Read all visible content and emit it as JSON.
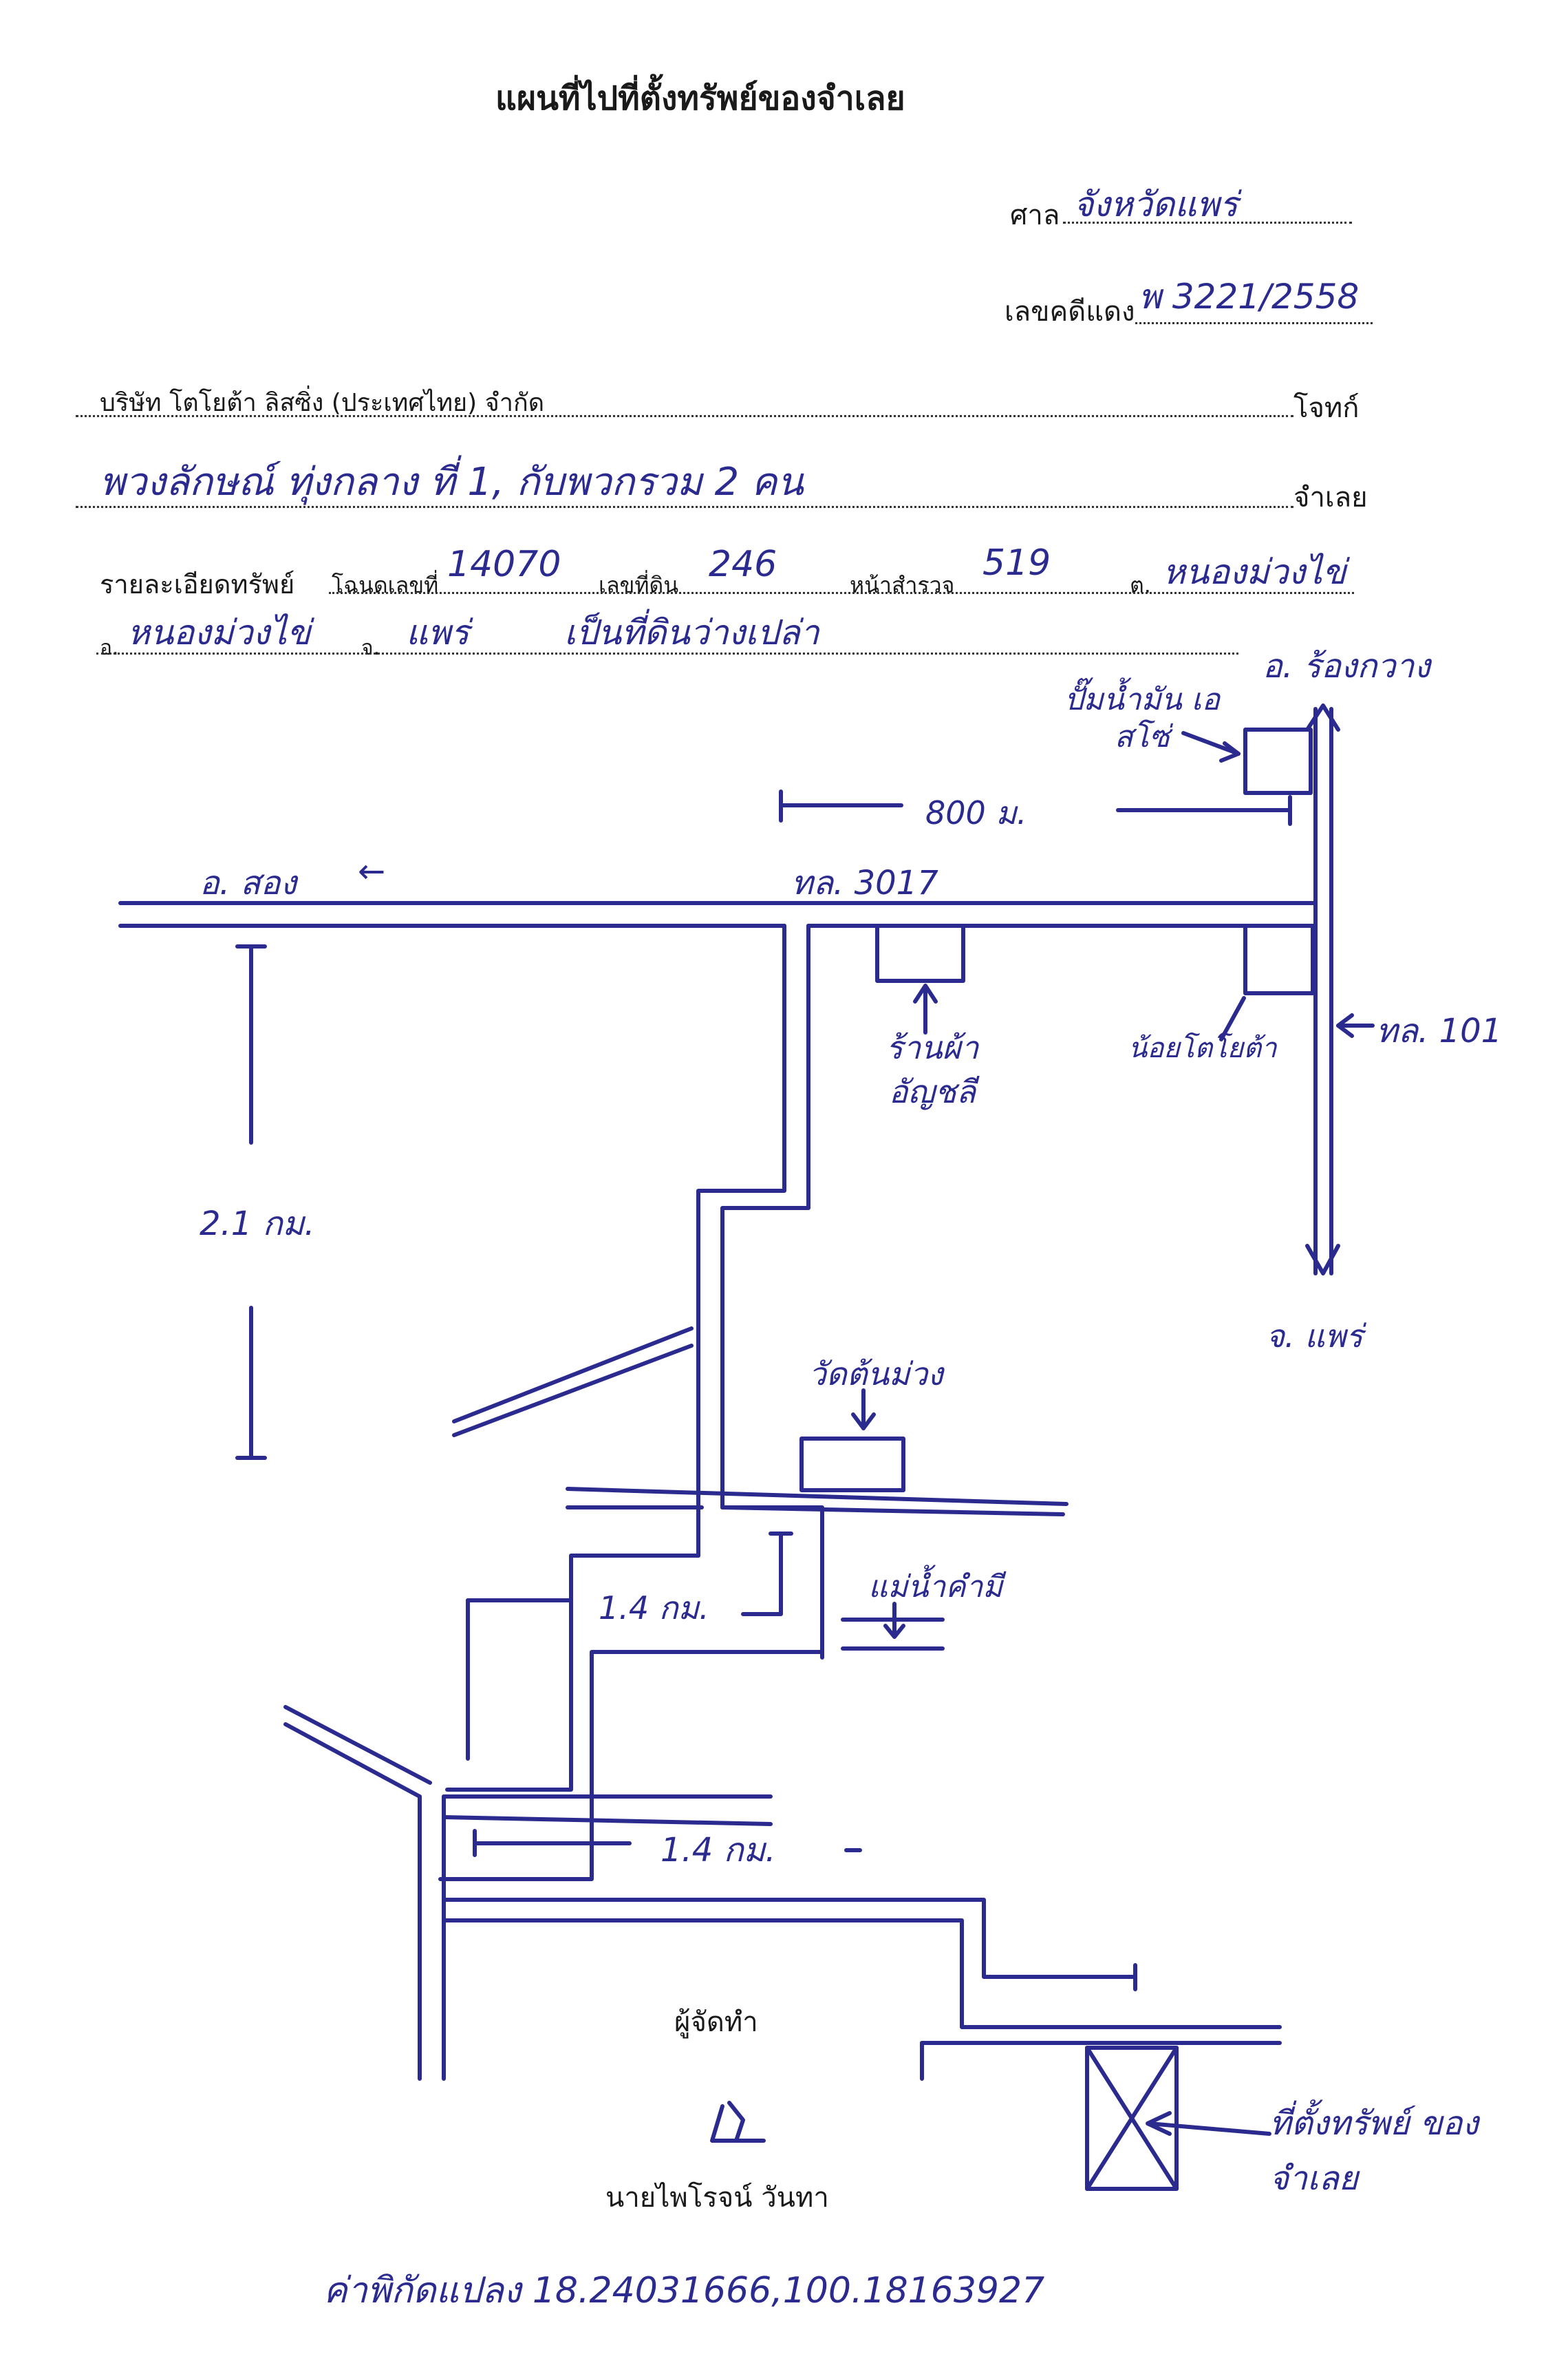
{
  "header": {
    "title": "แผนที่ไปที่ตั้งทรัพย์ของจำเลย",
    "court_label": "ศาล",
    "court_value": "จังหวัดแพร่",
    "case_label": "เลขคดีแดง",
    "case_value": "พ 3221/2558"
  },
  "parties": {
    "plaintiff_value": "บริษัท โตโยต้า ลิสซิ่ง (ประเทศไทย) จำกัด",
    "plaintiff_label": "โจทก์",
    "defendant_value": "พวงลักษณ์ ทุ่งกลาง ที่ 1, กับพวกรวม 2 คน",
    "defendant_label": "จำเลย"
  },
  "property": {
    "details_label": "รายละเอียดทรัพย์",
    "deed_label": "โฉนดเลขที่",
    "deed_value": "14070",
    "land_label": "เลขที่ดิน",
    "land_value": "246",
    "survey_label": "หน้าสำรวจ",
    "survey_value": "519",
    "tambon_label": "ต.",
    "tambon_value": "หนองม่วงไข่",
    "amphoe_label": "อ.",
    "amphoe_value": "หนองม่วงไข่",
    "province_label": "จ.",
    "province_value": "แพร่",
    "note": "เป็นที่ดินว่างเปล่า"
  },
  "map": {
    "to_rong_kwang": "อ. ร้องกวาง",
    "gas_station": "ปั๊มน้ำมัน เอสโซ่",
    "distance_800": "800 ม.",
    "to_song": "อ. สอง",
    "road_3017": "ทล. 3017",
    "shop_name": "ร้านผ้า อัญชลี",
    "shop_2": "น้อยโตโยต้า",
    "road_101": "ทล. 101",
    "distance_2_1": "2.1 กม.",
    "to_phrae": "จ. แพร่",
    "temple": "วัดต้นม่วง",
    "river": "แม่น้ำคำมี",
    "distance_1_4_a": "1.4 กม.",
    "distance_1_4_b": "1.4 กม.",
    "property_location": "ที่ตั้งทรัพย์ ของจำเลย",
    "preparer_label": "ผู้จัดทำ",
    "preparer_name": "นายไพโรจน์ วันทา",
    "coordinates": "ค่าพิกัดแปลง 18.24031666,100.18163927"
  },
  "colors": {
    "ink": "#2b2a8f",
    "print": "#1a1a1a"
  }
}
